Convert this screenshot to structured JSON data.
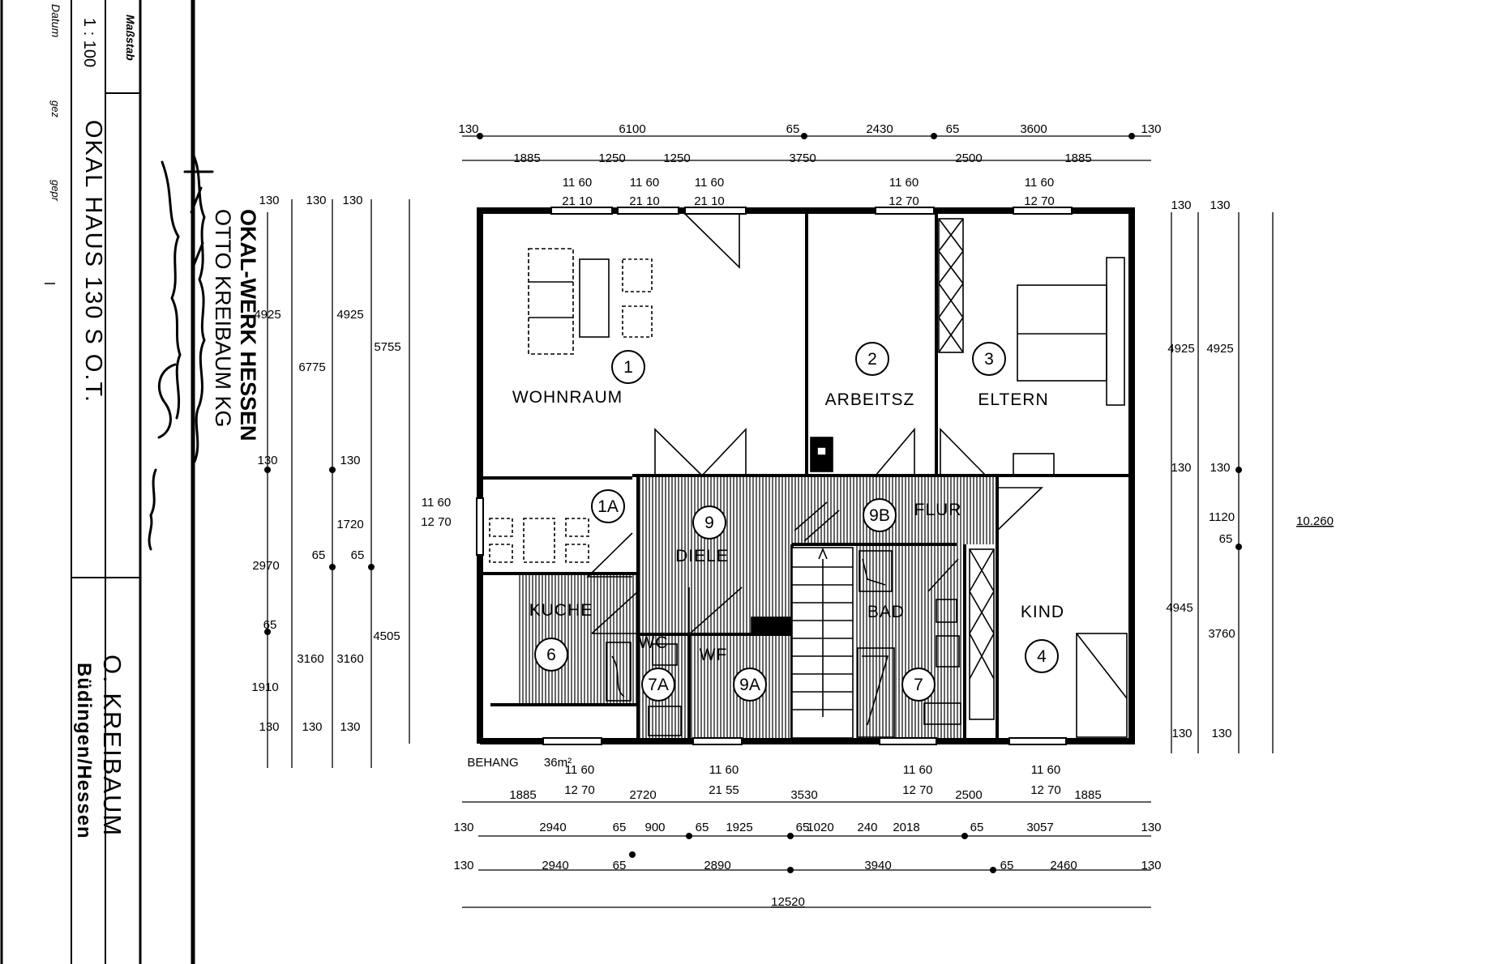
{
  "title_block": {
    "label_massstab": "Maßstab",
    "scale": "1 : 100",
    "label_datum": "Datum",
    "label_gez": "gez",
    "label_gepr": "gepr",
    "project": "OKAL HAUS   130 S   O.T.",
    "company_line1": "OKAL-WERK HESSEN",
    "company_line2": "OTTO KREIBAUM KG",
    "owner": "O. KREIBAUM",
    "location": "Büdingen/Hessen"
  },
  "rooms": [
    {
      "num": "1",
      "name": "WOHNRAUM"
    },
    {
      "num": "1A",
      "name": ""
    },
    {
      "num": "2",
      "name": "ARBEITSZ"
    },
    {
      "num": "3",
      "name": "ELTERN"
    },
    {
      "num": "4",
      "name": "KIND"
    },
    {
      "num": "6",
      "name": "KUCHE"
    },
    {
      "num": "7",
      "name": "BAD"
    },
    {
      "num": "7A",
      "name": "WC"
    },
    {
      "num": "9",
      "name": "DIELE"
    },
    {
      "num": "9A",
      "name": "WF"
    },
    {
      "num": "9B",
      "name": "FLUR"
    }
  ],
  "dimensions": {
    "top_row1": [
      "130",
      "6100",
      "65",
      "2430",
      "65",
      "3600",
      "130"
    ],
    "top_row2": [
      "1885",
      "1250",
      "1250",
      "3750",
      "2500",
      "1885"
    ],
    "top_openings": [
      [
        "11 60",
        "21 10"
      ],
      [
        "11 60",
        "21 10"
      ],
      [
        "11 60",
        "21 10"
      ],
      [
        "11 60",
        "12 70"
      ],
      [
        "11 60",
        "12 70"
      ]
    ],
    "left": [
      "130",
      "130",
      "130",
      "4925",
      "4925",
      "5755",
      "6775",
      "130",
      "130",
      "1720",
      "2970",
      "65",
      "65",
      "65",
      "3160",
      "3160",
      "4505",
      "1910",
      "130",
      "130",
      "130"
    ],
    "left_opening": [
      "11 60",
      "12 70"
    ],
    "right": [
      "130",
      "130",
      "4925",
      "4925",
      "130",
      "130",
      "1120",
      "65",
      "4945",
      "3760",
      "130",
      "130"
    ],
    "overall_depth": "10.260",
    "bottom_openings": [
      [
        "11 60",
        "12 70"
      ],
      [
        "11 60",
        "21 55"
      ],
      [
        "11 60",
        "12 70"
      ],
      [
        "11 60",
        "12 70"
      ]
    ],
    "behang": "BEHANG",
    "behang_area": "36m²",
    "bottom_row1": [
      "1885",
      "2720",
      "3530",
      "2500",
      "1885"
    ],
    "bottom_row2": [
      "130",
      "2940",
      "65",
      "900",
      "65",
      "1925",
      "65",
      "1020",
      "240",
      "2018",
      "65",
      "3057",
      "130"
    ],
    "bottom_row3": [
      "130",
      "2940",
      "65",
      "2890",
      "3940",
      "65",
      "2460",
      "130"
    ],
    "overall_width": "12520"
  }
}
